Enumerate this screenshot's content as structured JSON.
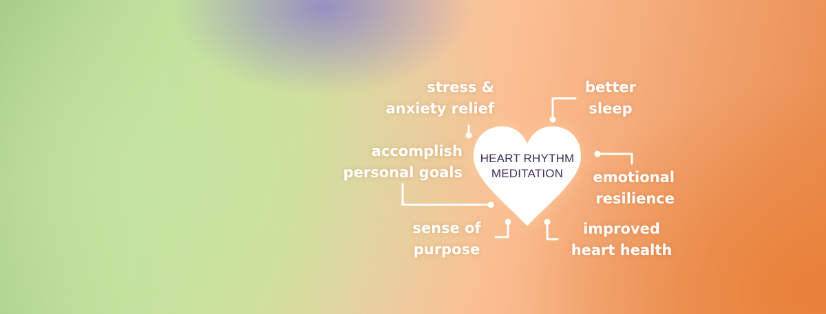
{
  "center": {
    "line1": "HEART RHYTHM",
    "line2": "MEDITATION"
  },
  "benefits": {
    "stress": {
      "line1": "stress &",
      "line2": "anxiety relief"
    },
    "goals": {
      "line1": "accomplish",
      "line2": "personal goals"
    },
    "purpose": {
      "line1": "sense of",
      "line2": "purpose"
    },
    "sleep": {
      "line1": "better",
      "line2": "sleep"
    },
    "emotional": {
      "line1": "emotional",
      "line2": "resilience"
    },
    "heart": {
      "line1": "improved",
      "line2": "heart health"
    }
  },
  "colors": {
    "heart_fill": "#ffffff",
    "connector": "#ffffff",
    "center_text": "#3d2f5c",
    "label_text": "#ffffff"
  }
}
